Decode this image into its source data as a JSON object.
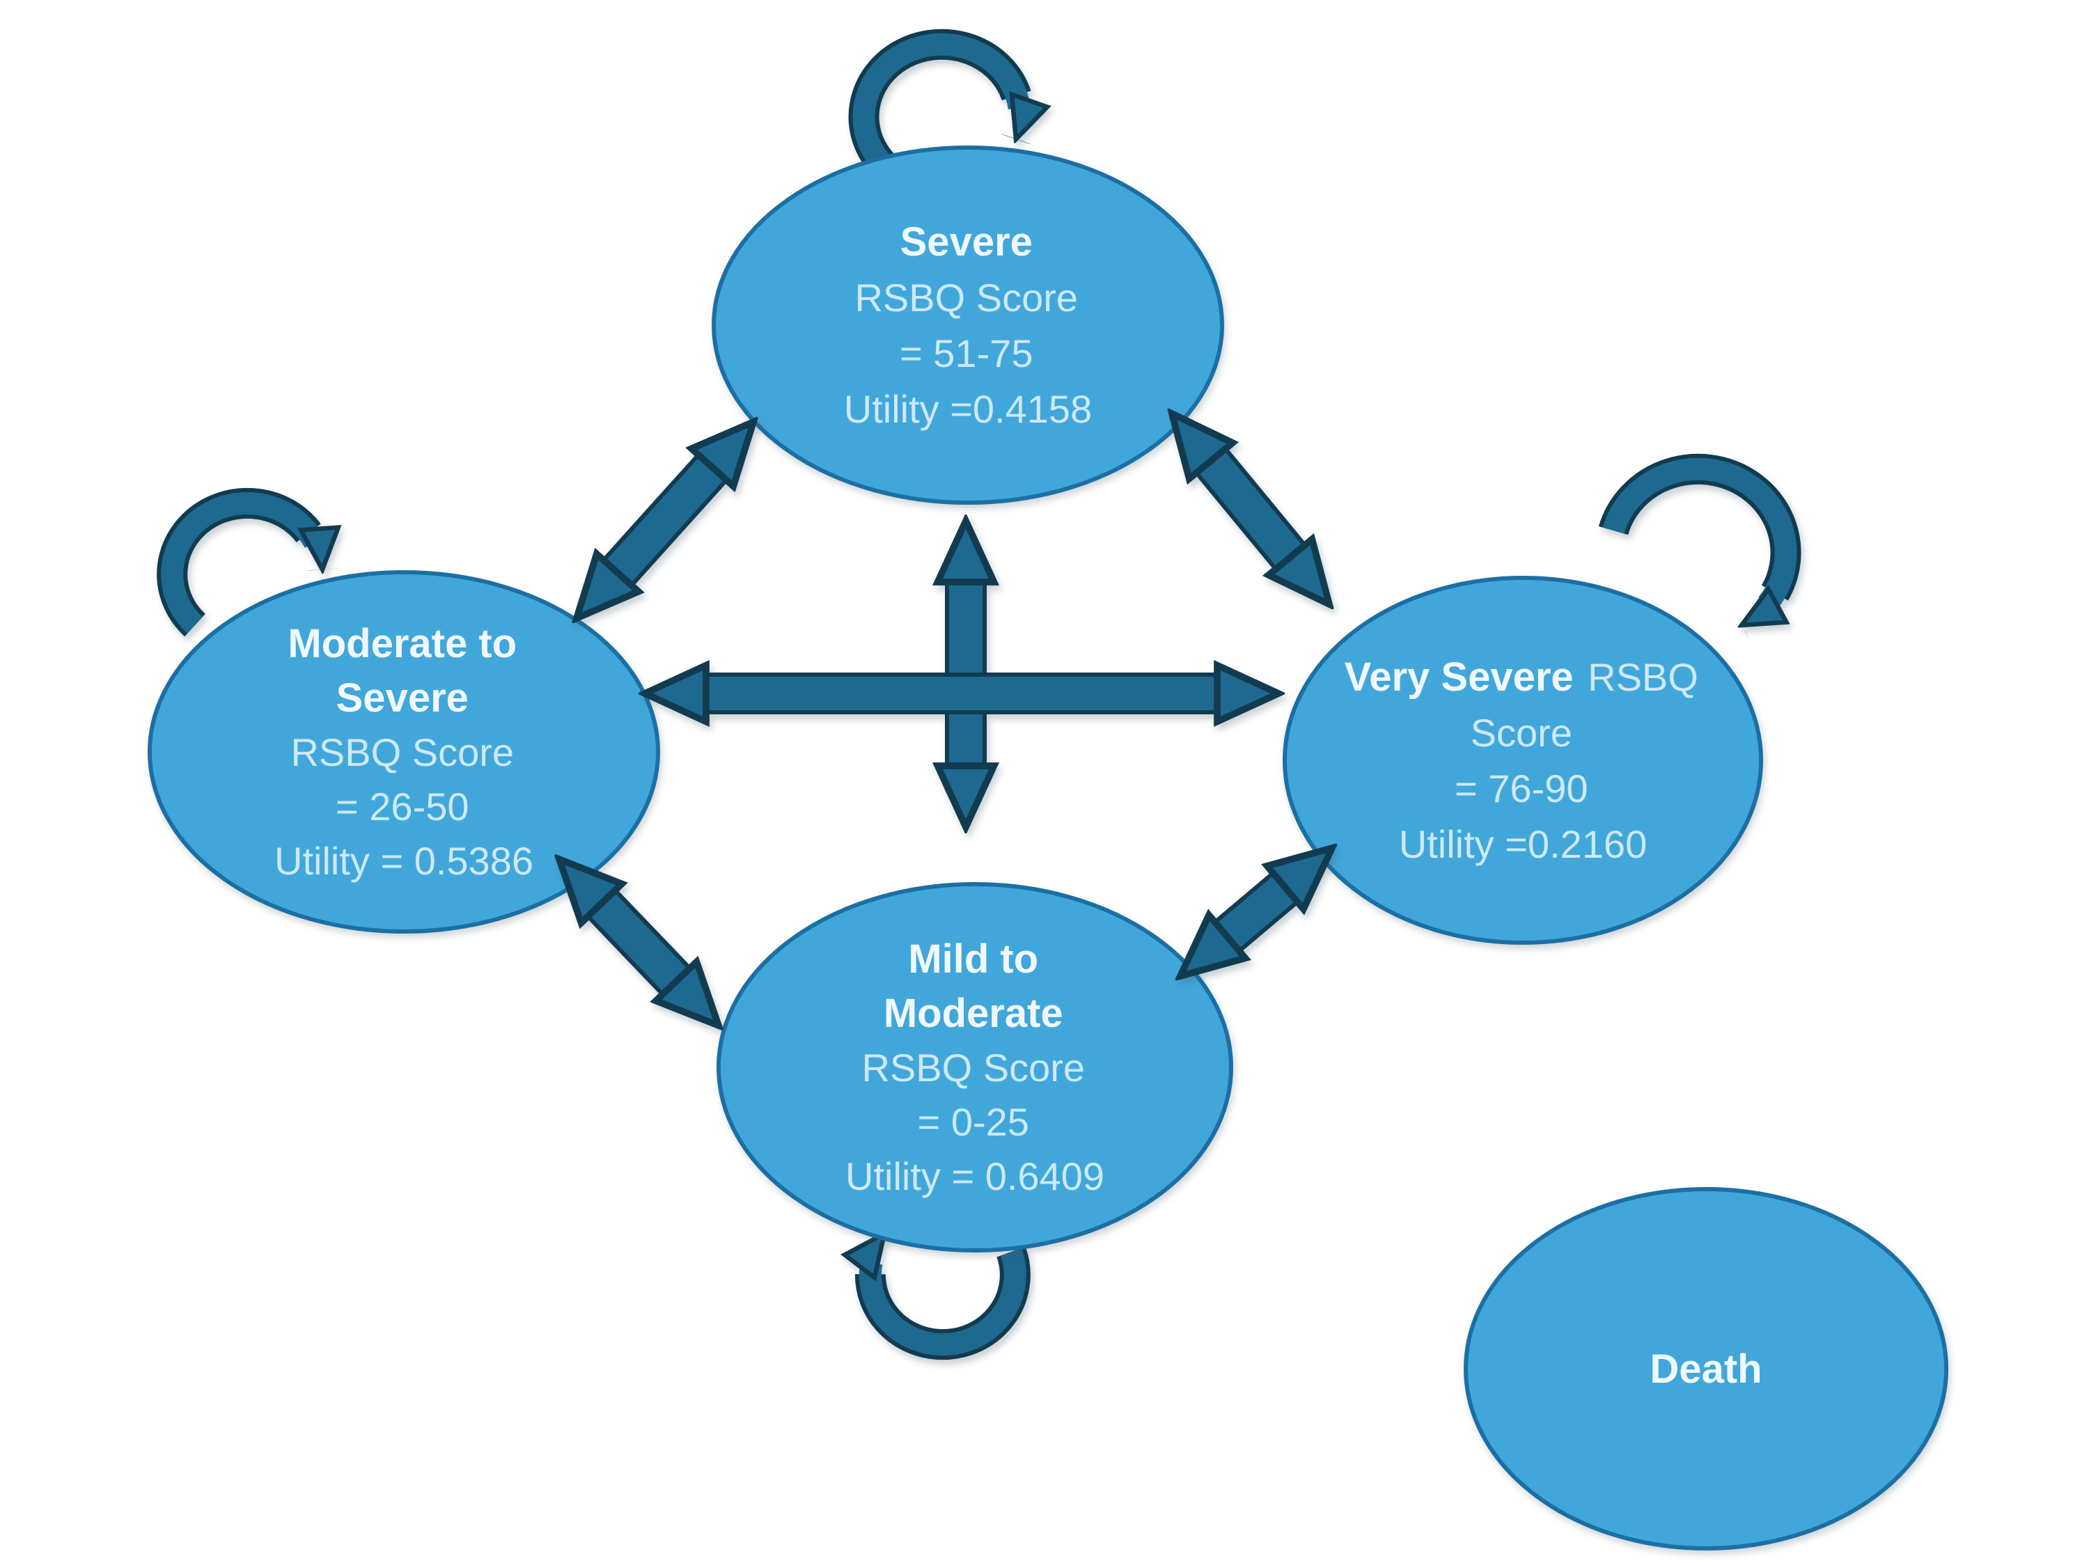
{
  "diagram": {
    "type": "markov-state-transition-diagram",
    "background": "#FFFFFF",
    "colors": {
      "node_fill": "#41A7DB",
      "node_border": "#1C6FA3",
      "arrow_fill": "#1E6990",
      "arrow_outline": "#123B50",
      "title_text": "#F0F8FD",
      "body_text": "#CDE9F8"
    },
    "nodes": {
      "severe": {
        "lines": [
          "Severe",
          "RSBQ Score",
          "= 51-75",
          "Utility =0.4158"
        ]
      },
      "moderate_to_severe": {
        "lines": [
          "Moderate to",
          "Severe",
          "RSBQ Score",
          "= 26-50",
          "Utility = 0.5386"
        ]
      },
      "very_severe": {
        "title": "Very Severe",
        "title_suffix": "RSBQ",
        "lines": [
          "Score",
          "= 76-90",
          "Utility =0.2160"
        ]
      },
      "mild_to_moderate": {
        "lines": [
          "Mild to",
          "Moderate",
          "RSBQ Score",
          "= 0-25",
          "Utility = 0.6409"
        ]
      },
      "death": {
        "lines": [
          "Death"
        ]
      }
    },
    "edges": [
      {
        "from": "severe",
        "to": "moderate_to_severe",
        "bidirectional": true
      },
      {
        "from": "severe",
        "to": "very_severe",
        "bidirectional": true
      },
      {
        "from": "severe",
        "to": "mild_to_moderate",
        "bidirectional": true
      },
      {
        "from": "moderate_to_severe",
        "to": "very_severe",
        "bidirectional": true
      },
      {
        "from": "moderate_to_severe",
        "to": "mild_to_moderate",
        "bidirectional": true
      },
      {
        "from": "mild_to_moderate",
        "to": "very_severe",
        "bidirectional": true
      },
      {
        "from": "severe",
        "to": "severe",
        "self_loop": true
      },
      {
        "from": "moderate_to_severe",
        "to": "moderate_to_severe",
        "self_loop": true
      },
      {
        "from": "very_severe",
        "to": "very_severe",
        "self_loop": true
      },
      {
        "from": "mild_to_moderate",
        "to": "mild_to_moderate",
        "self_loop": true
      }
    ]
  }
}
